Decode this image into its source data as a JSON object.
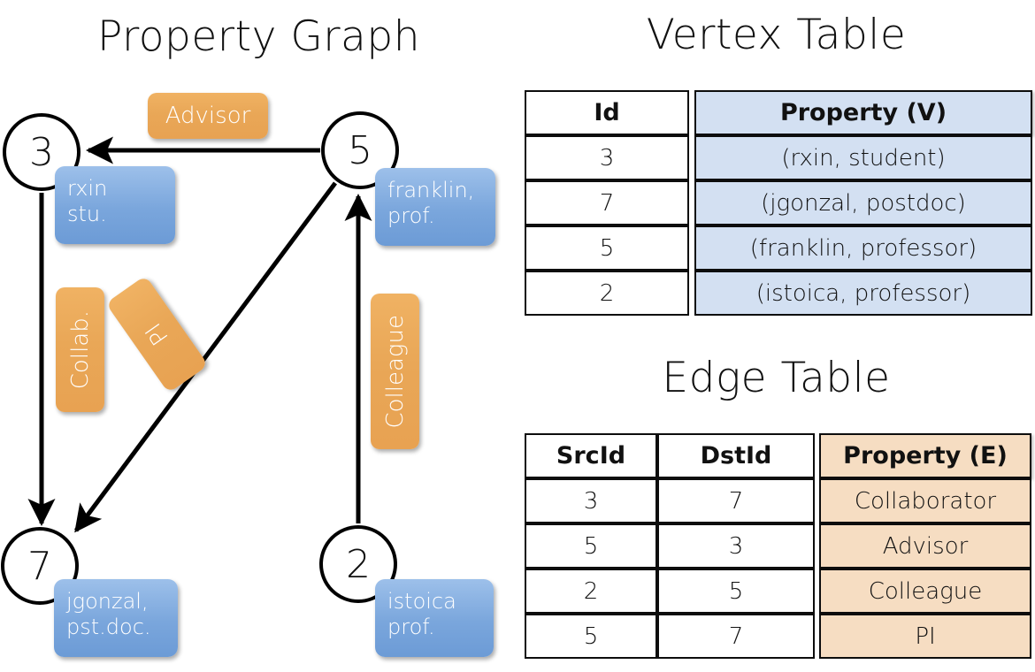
{
  "titles": {
    "property_graph": "Property Graph",
    "vertex_table": "Vertex Table",
    "edge_table": "Edge Table"
  },
  "graph": {
    "vertices": [
      {
        "id": "3",
        "property_label": "rxin\nstu."
      },
      {
        "id": "5",
        "property_label": "franklin,\nprof."
      },
      {
        "id": "7",
        "property_label": "jgonzal,\npst.doc."
      },
      {
        "id": "2",
        "property_label": "istoica\nprof."
      }
    ],
    "vertex_labels": {
      "v3_line1": "rxin",
      "v3_line2": "stu.",
      "v5_line1": "franklin,",
      "v5_line2": "prof.",
      "v7_line1": "jgonzal,",
      "v7_line2": "pst.doc.",
      "v2_line1": "istoica",
      "v2_line2": "prof."
    },
    "edge_labels": {
      "advisor": "Advisor",
      "collab": "Collab.",
      "pi": "PI",
      "colleague": "Colleague"
    },
    "edges": [
      {
        "from": "5",
        "to": "3",
        "label": "Advisor"
      },
      {
        "from": "3",
        "to": "7",
        "label": "Collab."
      },
      {
        "from": "5",
        "to": "7",
        "label": "PI"
      },
      {
        "from": "2",
        "to": "5",
        "label": "Colleague"
      }
    ]
  },
  "vertex_table": {
    "headers": [
      "Id",
      "Property (V)"
    ],
    "rows": [
      {
        "id": "3",
        "property": "(rxin, student)"
      },
      {
        "id": "7",
        "property": "(jgonzal, postdoc)"
      },
      {
        "id": "5",
        "property": "(franklin, professor)"
      },
      {
        "id": "2",
        "property": "(istoica, professor)"
      }
    ]
  },
  "edge_table": {
    "headers": [
      "SrcId",
      "DstId",
      "Property (E)"
    ],
    "rows": [
      {
        "src": "3",
        "dst": "7",
        "property": "Collaborator"
      },
      {
        "src": "5",
        "dst": "3",
        "property": "Advisor"
      },
      {
        "src": "2",
        "dst": "5",
        "property": "Colleague"
      },
      {
        "src": "5",
        "dst": "7",
        "property": "PI"
      }
    ]
  },
  "colors": {
    "vertex_property_fill": "#d3e0f2",
    "edge_property_fill": "#f6ddc2",
    "node_box_blue": "#7aa6dc",
    "edge_box_orange": "#e9a757",
    "stroke": "#000000"
  }
}
